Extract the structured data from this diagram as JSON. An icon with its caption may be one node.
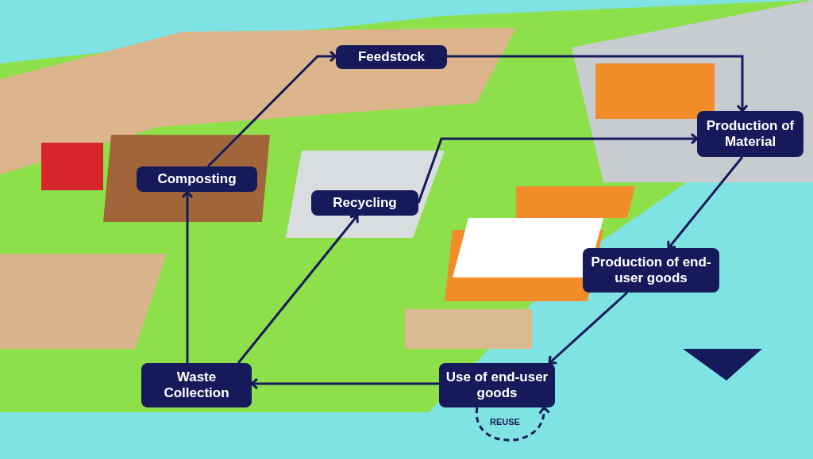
{
  "diagram": {
    "nodes": [
      {
        "text": [
          "Feedstock"
        ]
      },
      {
        "text": [
          "Production of Material"
        ]
      },
      {
        "text": [
          "Production of end-user goods"
        ]
      },
      {
        "text": [
          "Use of end-user goods"
        ]
      },
      {
        "text": [
          "Waste Collection"
        ]
      },
      {
        "text": [
          "Composting"
        ]
      },
      {
        "text": [
          "Recycling"
        ]
      }
    ],
    "edges": [
      {
        "from": 0,
        "to": 1,
        "arrow": "to"
      },
      {
        "from": 1,
        "to": 2,
        "arrow": "to"
      },
      {
        "from": 2,
        "to": 3,
        "arrow": "to"
      },
      {
        "from": 3,
        "to": 4,
        "arrow": "to"
      },
      {
        "from": 4,
        "to": 6,
        "arrow": "to"
      },
      {
        "from": 4,
        "to": 5,
        "arrow": "to"
      },
      {
        "from": 5,
        "to": 0,
        "arrow": "to"
      },
      {
        "from": 6,
        "to": 1,
        "arrow": "to"
      },
      {
        "from": 3,
        "to": 3,
        "arrow": "to",
        "label": "REUSE",
        "style": "dashed"
      }
    ]
  }
}
